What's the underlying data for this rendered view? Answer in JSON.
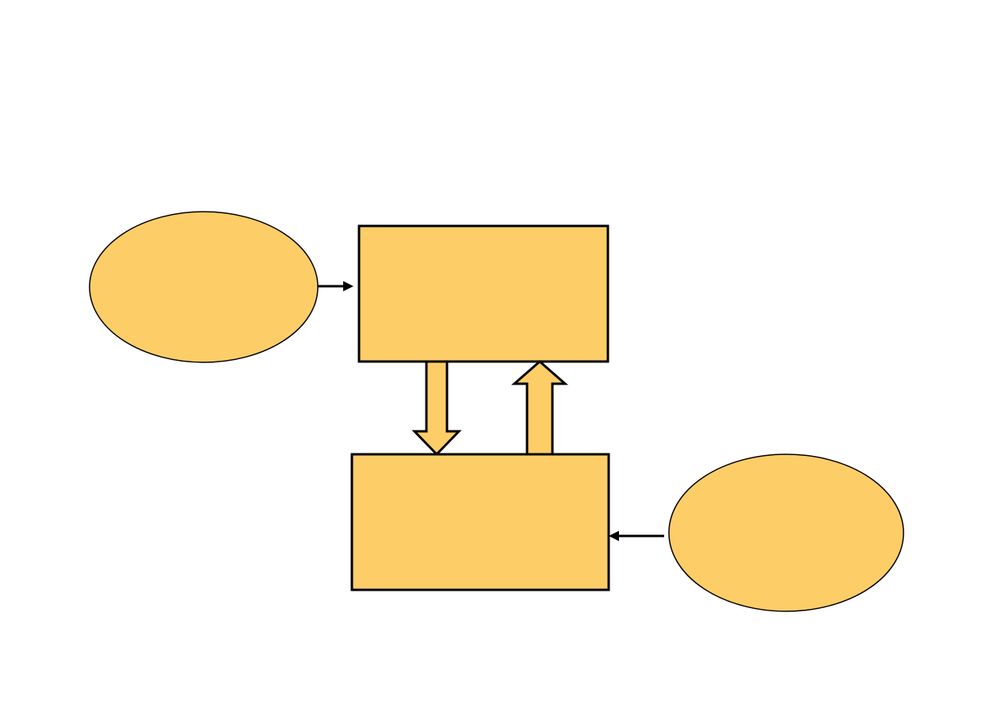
{
  "diagram": {
    "colors": {
      "fill": "#FDCD68",
      "stroke": "#000000",
      "background": "#FFFFFF"
    },
    "nodes": [
      {
        "id": "left-ellipse",
        "shape": "ellipse",
        "label": ""
      },
      {
        "id": "top-box",
        "shape": "rectangle",
        "label": ""
      },
      {
        "id": "bottom-box",
        "shape": "rectangle",
        "label": ""
      },
      {
        "id": "right-ellipse",
        "shape": "ellipse",
        "label": ""
      }
    ],
    "edges": [
      {
        "from": "left-ellipse",
        "to": "top-box",
        "style": "thin-arrow"
      },
      {
        "from": "top-box",
        "to": "bottom-box",
        "style": "block-arrow"
      },
      {
        "from": "bottom-box",
        "to": "top-box",
        "style": "block-arrow"
      },
      {
        "from": "right-ellipse",
        "to": "bottom-box",
        "style": "thin-arrow"
      }
    ]
  }
}
